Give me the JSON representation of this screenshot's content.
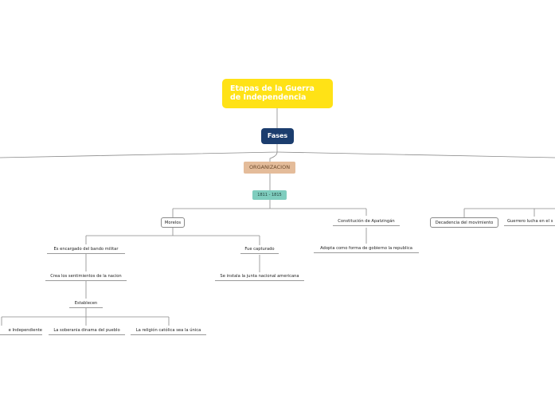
{
  "colors": {
    "root_bg": "#ffe216",
    "fases_bg": "#1b3d6e",
    "org_bg": "#e4bc9a",
    "date_bg": "#7fcdbe",
    "connector": "#8a8a8a"
  },
  "map": {
    "root": "Etapas de la Guerra de Independencia",
    "fases": "Fases",
    "organizacion": "ORGANIZACION",
    "period": "1811 - 1815",
    "morelos": "Morelos",
    "morelos_children": {
      "bando": "Es encargado del bando militar",
      "sentimientos": "Crea los sentimientos de la nacion",
      "establecen": "Establecen",
      "est_items": [
        "e Independiente",
        "La soberania dinama del pueblo",
        "La religión católica sea la única"
      ],
      "capturado": "Fue capturado",
      "junta": "Se instala la junta nacional americana"
    },
    "constitucion": "Constitución de Apatzingán",
    "constitucion_child": "Adopta como forma de gobierno la republica",
    "decadencia": "Decadencia del movimiento",
    "guerrero": "Guerrero lucha en el s"
  }
}
